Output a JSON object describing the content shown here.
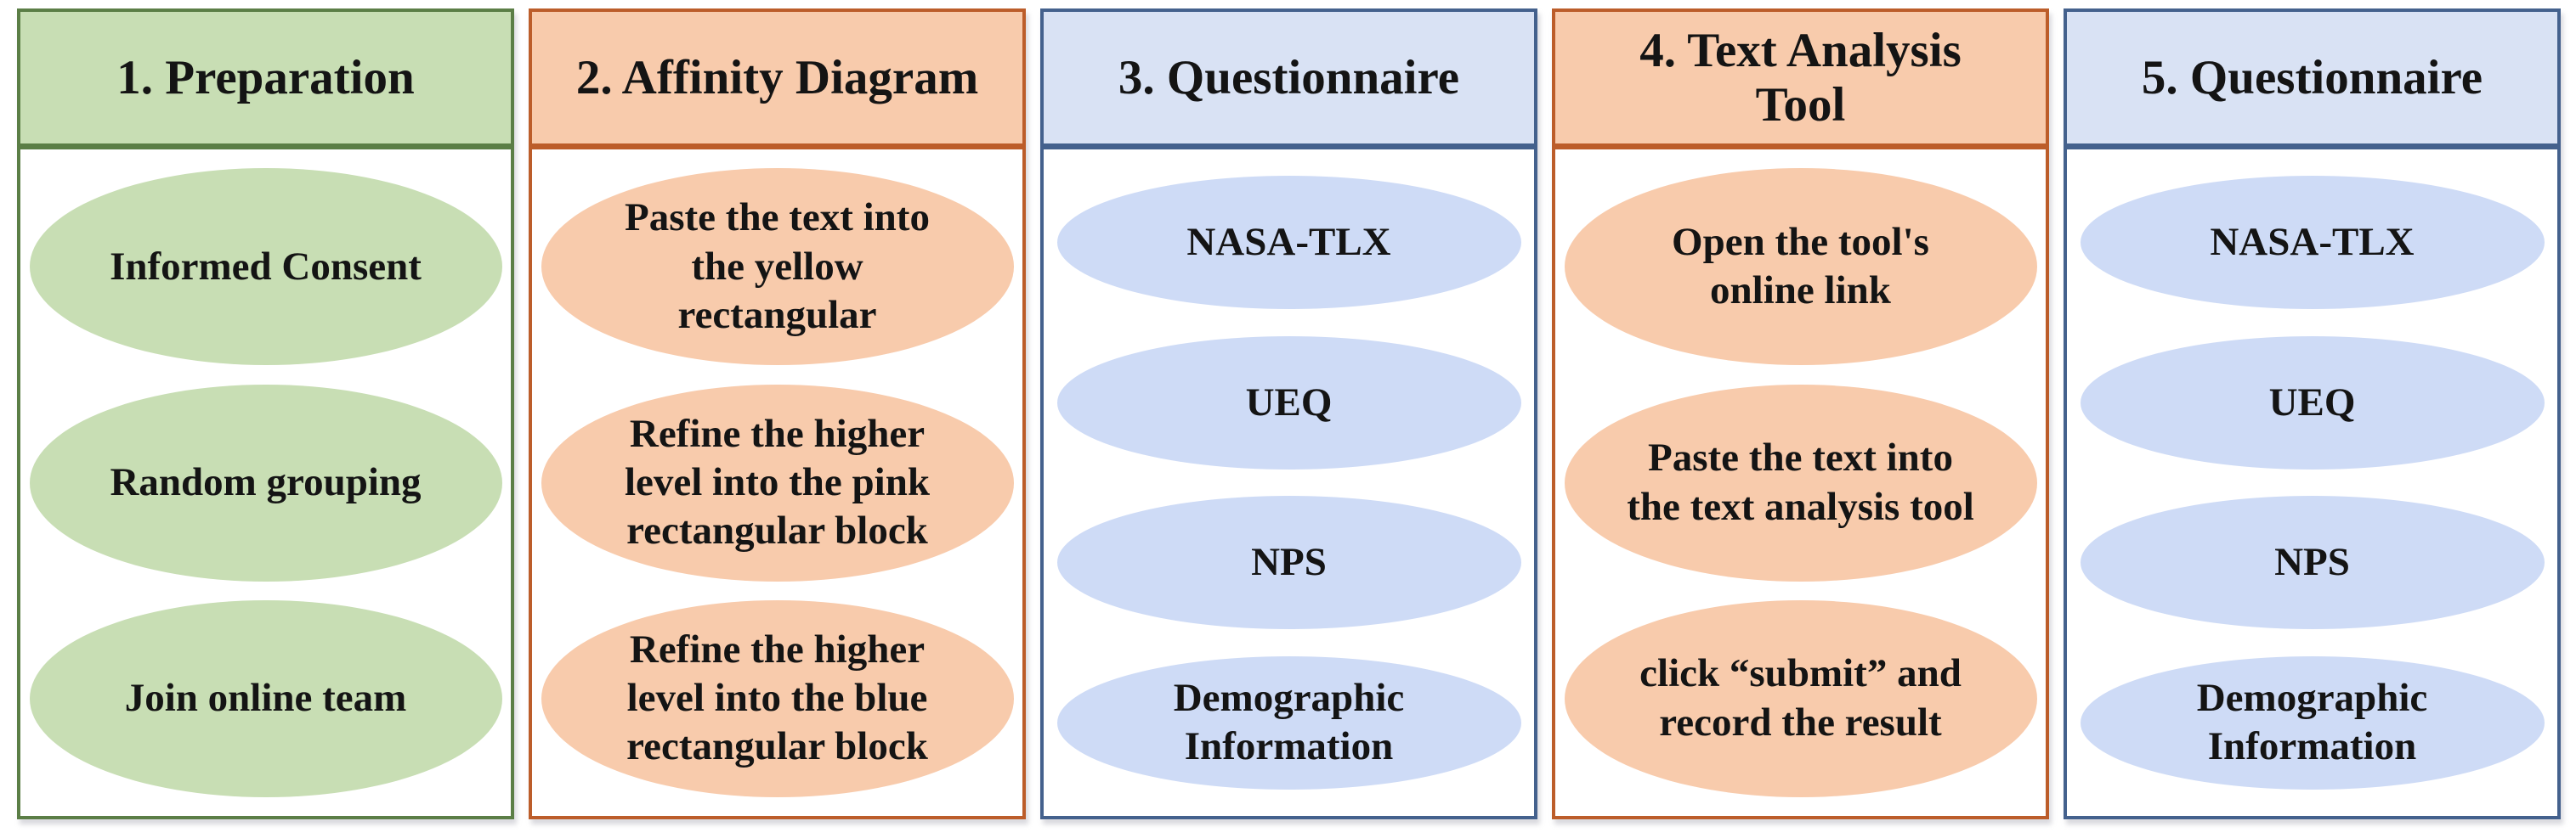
{
  "title": "Study procedure flow diagram",
  "themes": {
    "green": {
      "panel_fill": "#c8deb4",
      "oval_fill": "#c8deb4",
      "border": "#5b7e46"
    },
    "orange": {
      "panel_fill": "#f8cbac",
      "oval_fill": "#f8cbac",
      "border": "#bc5d2a"
    },
    "blue": {
      "panel_fill": "#d9e2f4",
      "oval_fill": "#cedbf6",
      "border": "#44618d"
    }
  },
  "text_color": "#141414",
  "columns": [
    {
      "id": "preparation",
      "theme": "green",
      "header": "1. Preparation",
      "items": [
        "Informed Consent",
        "Random grouping",
        "Join online team"
      ]
    },
    {
      "id": "affinity-diagram",
      "theme": "orange",
      "header": "2. Affinity Diagram",
      "items": [
        "Paste the text into\nthe yellow\nrectangular",
        "Refine the higher\nlevel into the pink\nrectangular block",
        "Refine the higher\nlevel into the blue\nrectangular block"
      ]
    },
    {
      "id": "questionnaire-first",
      "theme": "blue",
      "header": "3. Questionnaire",
      "items": [
        "NASA-TLX",
        "UEQ",
        "NPS",
        "Demographic\nInformation"
      ]
    },
    {
      "id": "text-analysis-tool",
      "theme": "orange",
      "header": "4. Text Analysis\nTool",
      "items": [
        "Open the tool's\nonline link",
        "Paste the text into\nthe text analysis tool",
        "click “submit” and\nrecord the result"
      ]
    },
    {
      "id": "questionnaire-second",
      "theme": "blue",
      "header": "5. Questionnaire",
      "items": [
        "NASA-TLX",
        "UEQ",
        "NPS",
        "Demographic\nInformation"
      ]
    }
  ]
}
